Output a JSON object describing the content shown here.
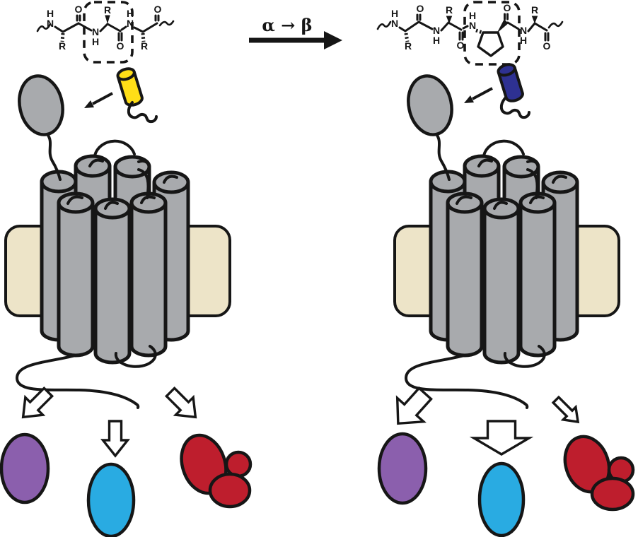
{
  "figure": {
    "transformation_label": "α → β",
    "chem_labels": {
      "H": "H",
      "N": "N",
      "O": "O",
      "R": "R"
    },
    "colors": {
      "alpha_ligand_helix": "#FFDE17",
      "beta_ligand_helix": "#2E3192",
      "receptor_gray": "#A8AAAD",
      "membrane_beige": "#EDE4C8",
      "outcome_purple": "#8B5FAD",
      "outcome_cyan": "#29ABE2",
      "outcome_red": "#BE1E2D",
      "outline_black": "#161616"
    },
    "outcome_shapes": [
      "purple-ellipse-pathway",
      "cyan-ellipse-pathway",
      "red-cell-cluster-pathway"
    ]
  }
}
